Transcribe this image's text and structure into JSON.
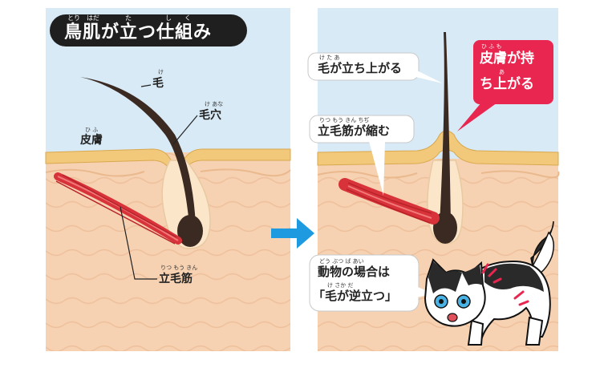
{
  "title": {
    "text": "鳥肌が立つ仕組み",
    "ruby": [
      "とり",
      "はだ",
      "た",
      "し",
      "く"
    ]
  },
  "left_panel": {
    "label_hair": "毛",
    "ruby_hair": "け",
    "label_pore": "毛穴",
    "ruby_pore": "け あな",
    "label_skin": "皮膚",
    "ruby_skin": "ひ ふ",
    "label_muscle": "立毛筋",
    "ruby_muscle": "りつ もう きん"
  },
  "right_panel": {
    "bubble_hair": "毛が立ち上がる",
    "ruby_hair": "け  た  あ",
    "bubble_muscle": "立毛筋が縮む",
    "ruby_muscle": "りつ もう きん  ちぢ",
    "callout_skin_line1": "皮膚が持",
    "callout_skin_line2": "ち上がる",
    "ruby_callout_1": "ひ  ふ   も",
    "ruby_callout_2": "あ",
    "bubble_animal_line1": "動物の場合は",
    "bubble_animal_line2": "「毛が逆立つ」",
    "ruby_animal_1": "どう ぶつ      ば あい",
    "ruby_animal_2": "け    さか だ"
  },
  "colors": {
    "sky": "#d8eaf6",
    "skin_top": "#f2c97a",
    "dermis": "#f6d2b2",
    "muscle": "#d8333a",
    "hair": "#3a2a22",
    "arrow": "#1e9be0",
    "callout": "#e8264f",
    "title_bg": "#1f1f1f"
  },
  "icons": {
    "arrow": "right-arrow-icon",
    "cat": "cat-illustration"
  }
}
